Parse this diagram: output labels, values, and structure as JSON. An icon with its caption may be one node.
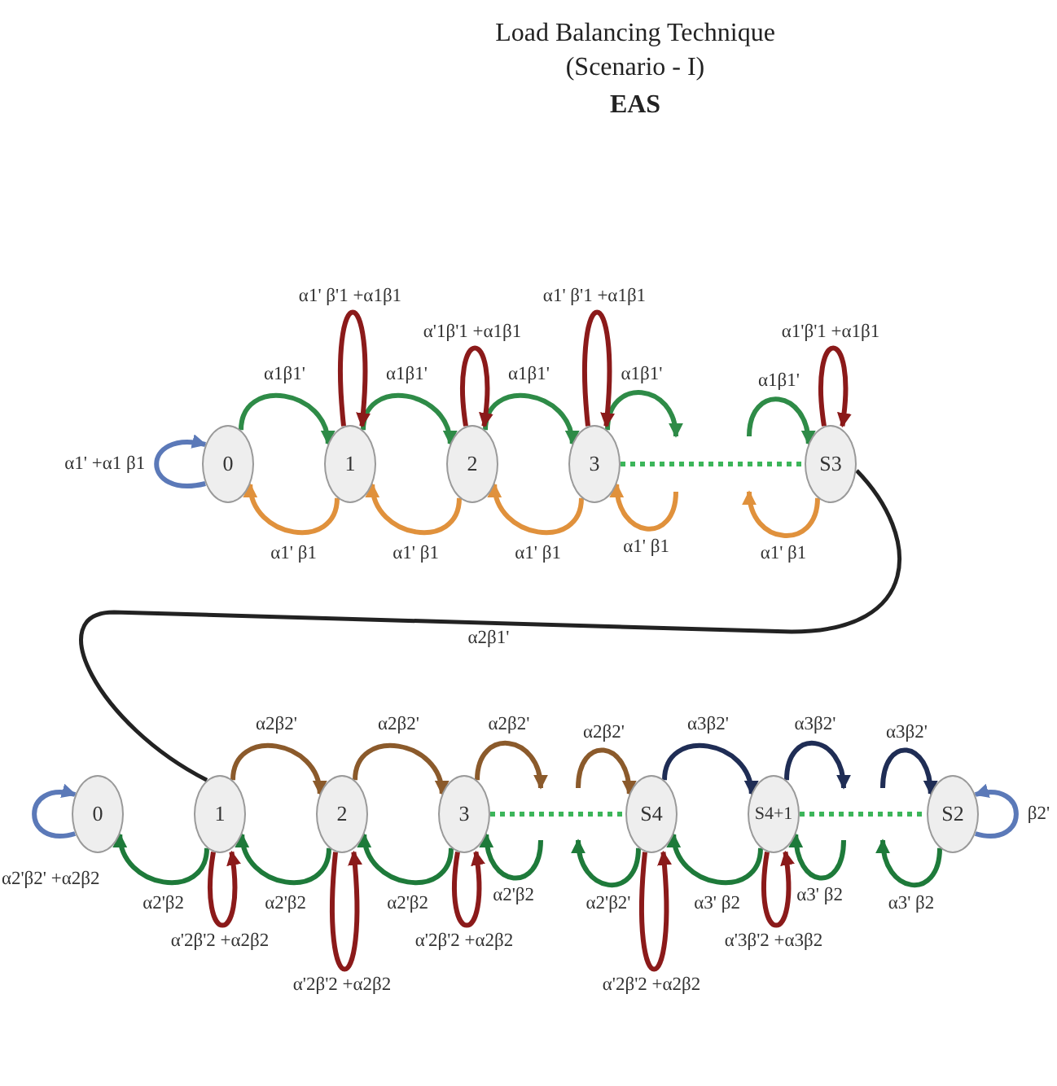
{
  "diagram": {
    "title": "Load Balancing Technique (Scenario - I)",
    "nodes": [
      {
        "text": [
          "0"
        ]
      },
      {
        "text": [
          "1"
        ]
      },
      {
        "text": [
          "2"
        ]
      },
      {
        "text": [
          "3"
        ]
      },
      {
        "text": [
          "S3"
        ]
      },
      {
        "text": [
          "0"
        ]
      },
      {
        "text": [
          "1"
        ]
      },
      {
        "text": [
          "2"
        ]
      },
      {
        "text": [
          "3"
        ]
      },
      {
        "text": [
          "S4"
        ]
      },
      {
        "text": [
          "S4+1"
        ]
      },
      {
        "text": [
          "S2"
        ]
      }
    ],
    "edges": [
      {
        "from": 0,
        "to": 0,
        "arrow": "to",
        "label": "α1' +α1 β1",
        "color": "#5b79b8"
      },
      {
        "from": 0,
        "to": 1,
        "arrow": "to",
        "label": "α1β1'",
        "color": "#2e8b47"
      },
      {
        "from": 1,
        "to": 2,
        "arrow": "to",
        "label": "α1β1'",
        "color": "#2e8b47"
      },
      {
        "from": 2,
        "to": 3,
        "arrow": "to",
        "label": "α1β1'",
        "color": "#2e8b47"
      },
      {
        "from": 3,
        "to": null,
        "arrow": "to",
        "label": "α1β1'",
        "color": "#2e8b47"
      },
      {
        "from": null,
        "to": 4,
        "arrow": "to",
        "label": "α1β1'",
        "color": "#2e8b47"
      },
      {
        "from": 1,
        "to": 1,
        "arrow": "to",
        "label": "α1' β'1 +α1β1",
        "color": "#8b1a1a"
      },
      {
        "from": 2,
        "to": 2,
        "arrow": "to",
        "label": "α'1β'1 +α1β1",
        "color": "#8b1a1a"
      },
      {
        "from": 3,
        "to": 3,
        "arrow": "to",
        "label": "α1' β'1 +α1β1",
        "color": "#8b1a1a"
      },
      {
        "from": 4,
        "to": 4,
        "arrow": "to",
        "label": "α1'β'1 +α1β1",
        "color": "#8b1a1a"
      },
      {
        "from": 1,
        "to": 0,
        "arrow": "to",
        "label": "α1' β1",
        "color": "#e0913c"
      },
      {
        "from": 2,
        "to": 1,
        "arrow": "to",
        "label": "α1' β1",
        "color": "#e0913c"
      },
      {
        "from": 3,
        "to": 2,
        "arrow": "to",
        "label": "α1' β1",
        "color": "#e0913c"
      },
      {
        "from": null,
        "to": 3,
        "arrow": "to",
        "label": "α1' β1",
        "color": "#e0913c"
      },
      {
        "from": 4,
        "to": null,
        "arrow": "to",
        "label": "α1' β1",
        "color": "#e0913c"
      },
      {
        "from": 3,
        "to": 4,
        "arrow": "none",
        "style": "dashed",
        "color": "#3cb55a"
      },
      {
        "from": 4,
        "to": 6,
        "arrow": "none",
        "label": "α2β1'",
        "color": "#222222"
      },
      {
        "from": 5,
        "to": 5,
        "arrow": "to",
        "label": "α2'β2' +α2β2",
        "color": "#5b79b8"
      },
      {
        "from": 6,
        "to": 7,
        "arrow": "to",
        "label": "α2β2'",
        "color": "#8b5a2b"
      },
      {
        "from": 7,
        "to": 8,
        "arrow": "to",
        "label": "α2β2'",
        "color": "#8b5a2b"
      },
      {
        "from": 8,
        "to": null,
        "arrow": "to",
        "label": "α2β2'",
        "color": "#8b5a2b"
      },
      {
        "from": null,
        "to": 9,
        "arrow": "to",
        "label": "α2β2'",
        "color": "#8b5a2b"
      },
      {
        "from": 9,
        "to": 10,
        "arrow": "to",
        "label": "α3β2'",
        "color": "#1f2d55"
      },
      {
        "from": 10,
        "to": null,
        "arrow": "to",
        "label": "α3β2'",
        "color": "#1f2d55"
      },
      {
        "from": null,
        "to": 11,
        "arrow": "to",
        "label": "α3β2'",
        "color": "#1f2d55"
      },
      {
        "from": 11,
        "to": 11,
        "arrow": "to",
        "label": "β2'",
        "color": "#5b79b8"
      },
      {
        "from": 6,
        "to": 5,
        "arrow": "to",
        "label": "α2'β2",
        "color": "#1e7a3a"
      },
      {
        "from": 7,
        "to": 6,
        "arrow": "to",
        "label": "α2'β2",
        "color": "#1e7a3a"
      },
      {
        "from": 8,
        "to": 7,
        "arrow": "to",
        "label": "α2'β2",
        "color": "#1e7a3a"
      },
      {
        "from": null,
        "to": 8,
        "arrow": "to",
        "label": "α2'β2",
        "color": "#1e7a3a"
      },
      {
        "from": 9,
        "to": null,
        "arrow": "to",
        "label": "α2'β2'",
        "color": "#1e7a3a"
      },
      {
        "from": 10,
        "to": 9,
        "arrow": "to",
        "label": "α3' β2",
        "color": "#1e7a3a"
      },
      {
        "from": null,
        "to": 10,
        "arrow": "to",
        "label": "α3' β2",
        "color": "#1e7a3a"
      },
      {
        "from": 11,
        "to": null,
        "arrow": "to",
        "label": "α3' β2",
        "color": "#1e7a3a"
      },
      {
        "from": 6,
        "to": 6,
        "arrow": "to",
        "label": "α'2β'2 +α2β2",
        "color": "#8b1a1a"
      },
      {
        "from": 7,
        "to": 7,
        "arrow": "to",
        "label": "α'2β'2 +α2β2",
        "color": "#8b1a1a"
      },
      {
        "from": 8,
        "to": 8,
        "arrow": "to",
        "label": "α'2β'2 +α2β2",
        "color": "#8b1a1a"
      },
      {
        "from": 9,
        "to": 9,
        "arrow": "to",
        "label": "α'2β'2 +α2β2",
        "color": "#8b1a1a"
      },
      {
        "from": 10,
        "to": 10,
        "arrow": "to",
        "label": "α'3β'2 +α3β2",
        "color": "#8b1a1a"
      },
      {
        "from": 8,
        "to": 9,
        "arrow": "none",
        "style": "dashed",
        "color": "#3cb55a"
      },
      {
        "from": 10,
        "to": 11,
        "arrow": "none",
        "style": "dashed",
        "color": "#3cb55a"
      }
    ],
    "labels": [
      "EAS"
    ]
  }
}
